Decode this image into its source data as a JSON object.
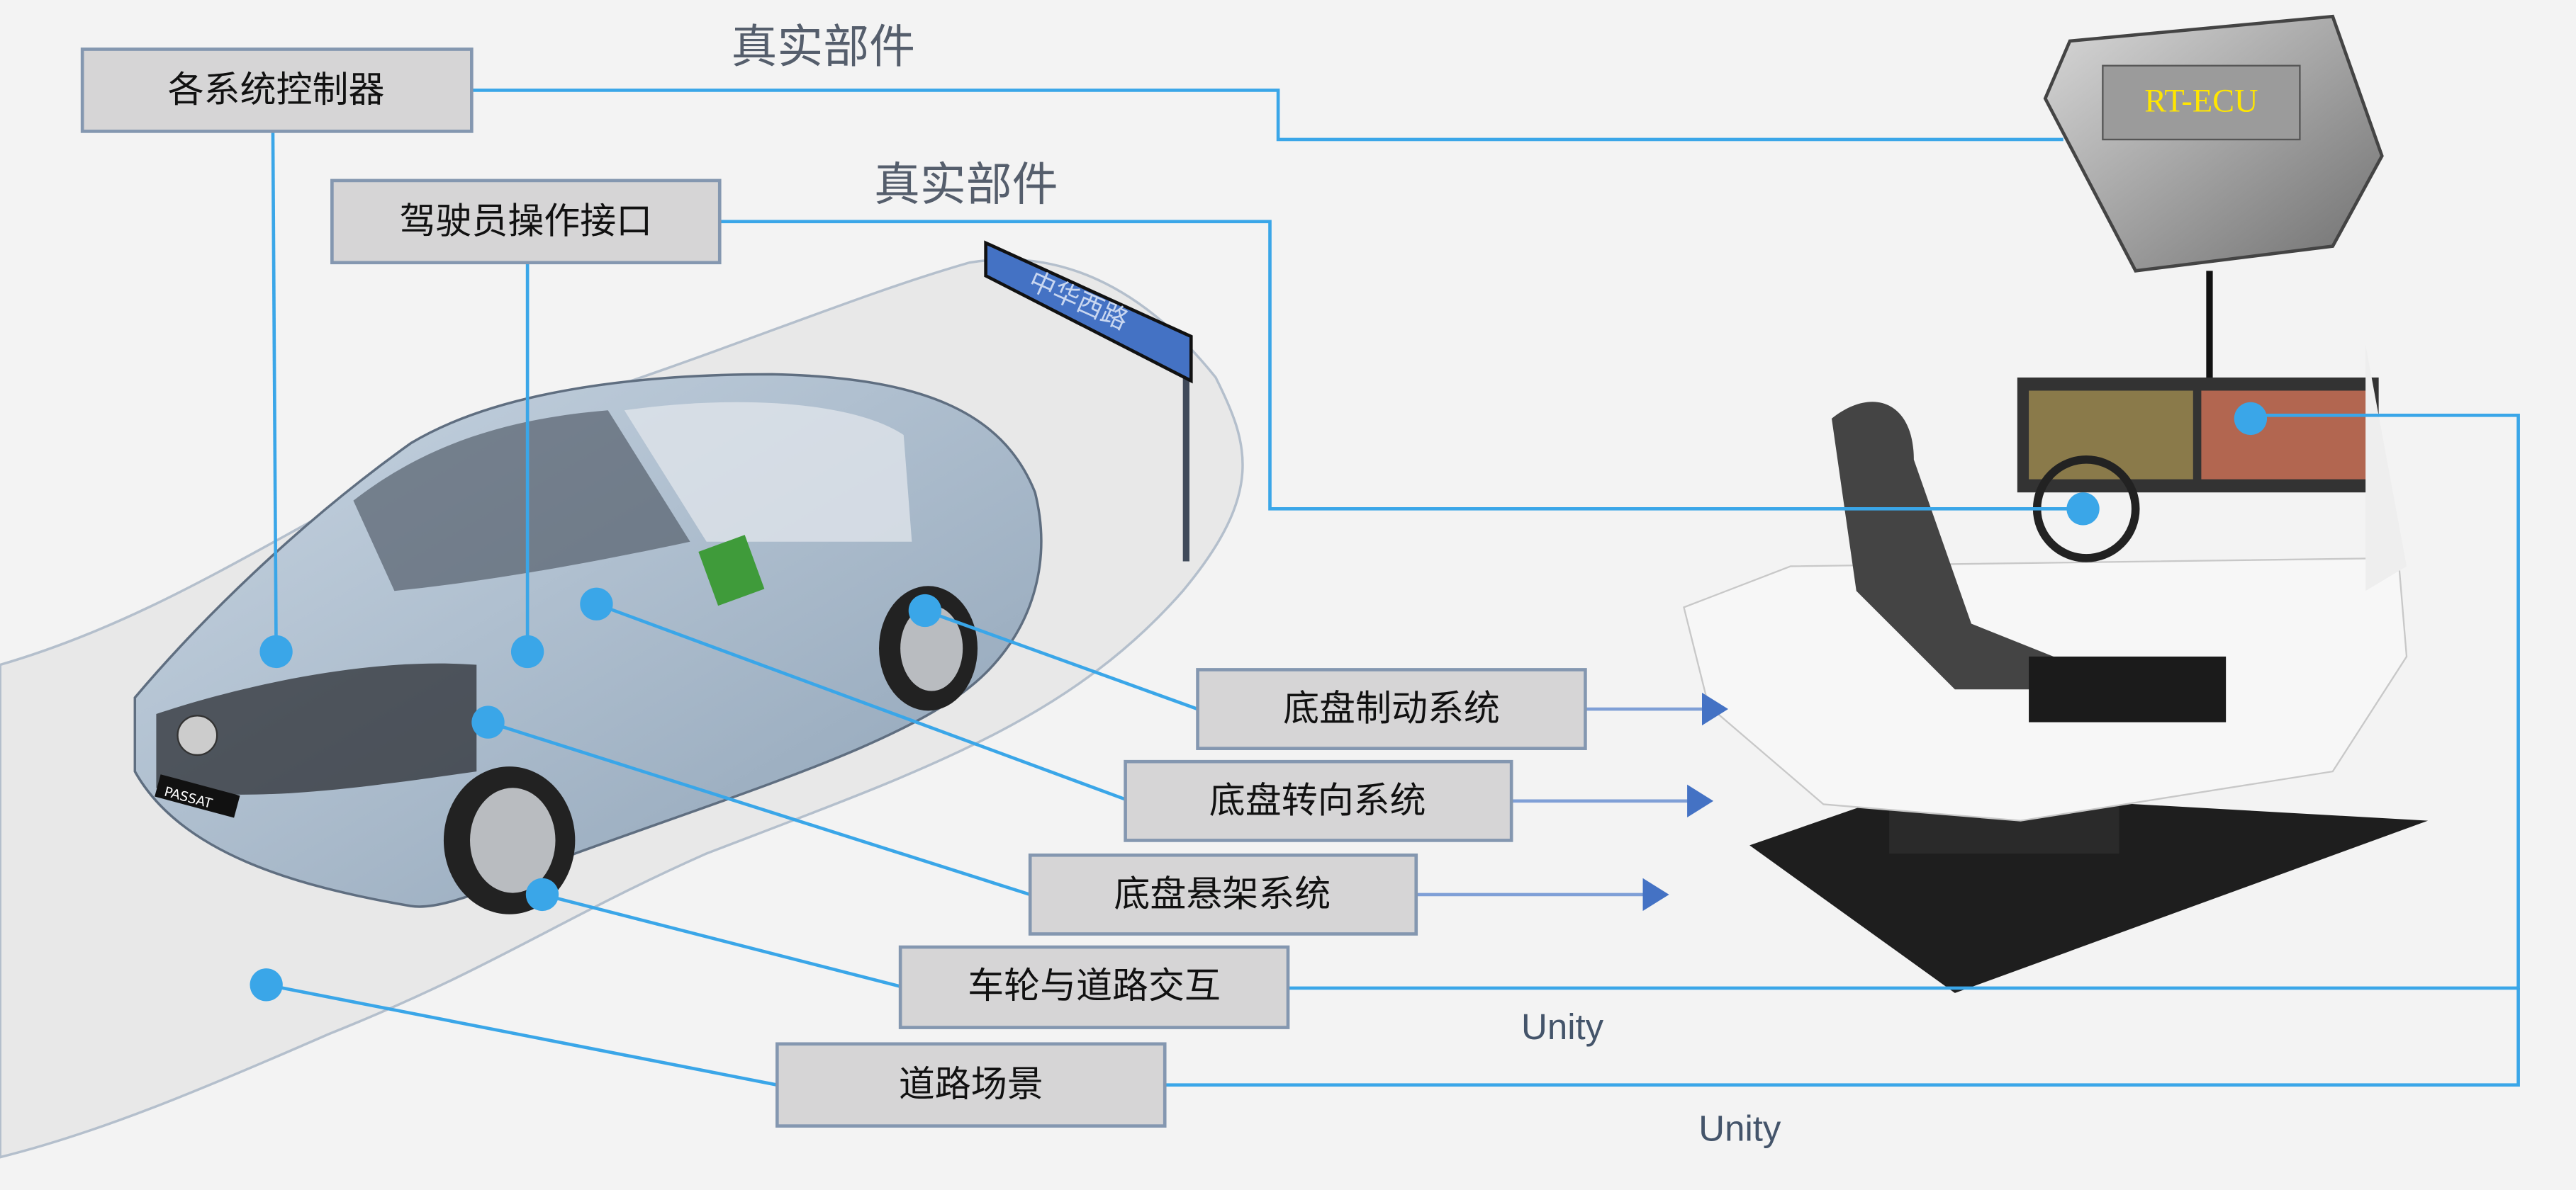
{
  "labels": {
    "controllers": "各系统控制器",
    "driver_interface": "驾驶员操作接口",
    "brake": "底盘制动系统",
    "steering": "底盘转向系统",
    "suspension": "底盘悬架系统",
    "wheel_road": "车轮与道路交互",
    "road_scene": "道路场景"
  },
  "annotations": {
    "real_part_1": "真实部件",
    "real_part_2": "真实部件",
    "unity_1": "Unity",
    "unity_2": "Unity"
  },
  "ecu_label": "RT-ECU",
  "road_sign": "中华西路",
  "car_badge": "PASSAT",
  "colors": {
    "connector": "#3aa6e8",
    "sign": "#4472c4",
    "box": "#d6d5d6",
    "ecu_text": "#ffe600"
  }
}
